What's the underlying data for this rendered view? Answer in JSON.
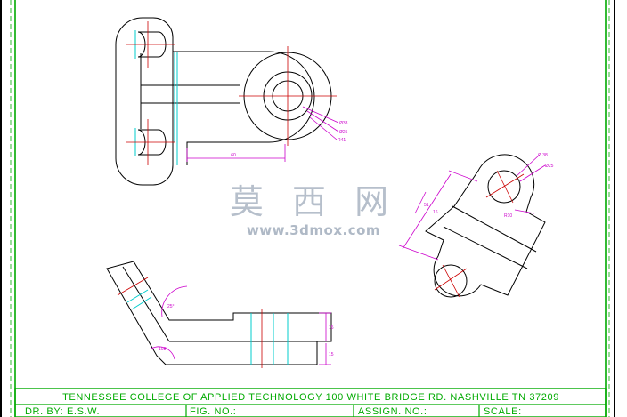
{
  "colors": {
    "border": "#00aa00",
    "object": "#000000",
    "center": "#cc0000",
    "hidden": "#00cccc",
    "dimension": "#cc00cc",
    "window_edge": "#000000"
  },
  "watermark": {
    "chinese": "莫 西 网",
    "url": "www.3dmox.com"
  },
  "title_block": {
    "school": "TENNESSEE COLLEGE OF APPLIED TECHNOLOGY 100 WHITE BRIDGE RD. NASHVILLE TN 37209",
    "drawn_by": "DR. BY: E.S.W.",
    "fig_no": "FIG. NO.:",
    "assign_no": "ASSIGN. NO.:",
    "scale": "SCALE:"
  },
  "dimensions": {
    "top_r1": "Ø38",
    "top_r2": "Ø25",
    "top_r3": "R41",
    "top_len": "60",
    "right_d1": "Ø 38",
    "right_d2": "Ø25",
    "right_r": "R10",
    "right_len": "51",
    "right_len2": "16",
    "front_angle1": "25°",
    "front_angle2": "108°",
    "front_h1": "15",
    "front_h2": "15"
  }
}
